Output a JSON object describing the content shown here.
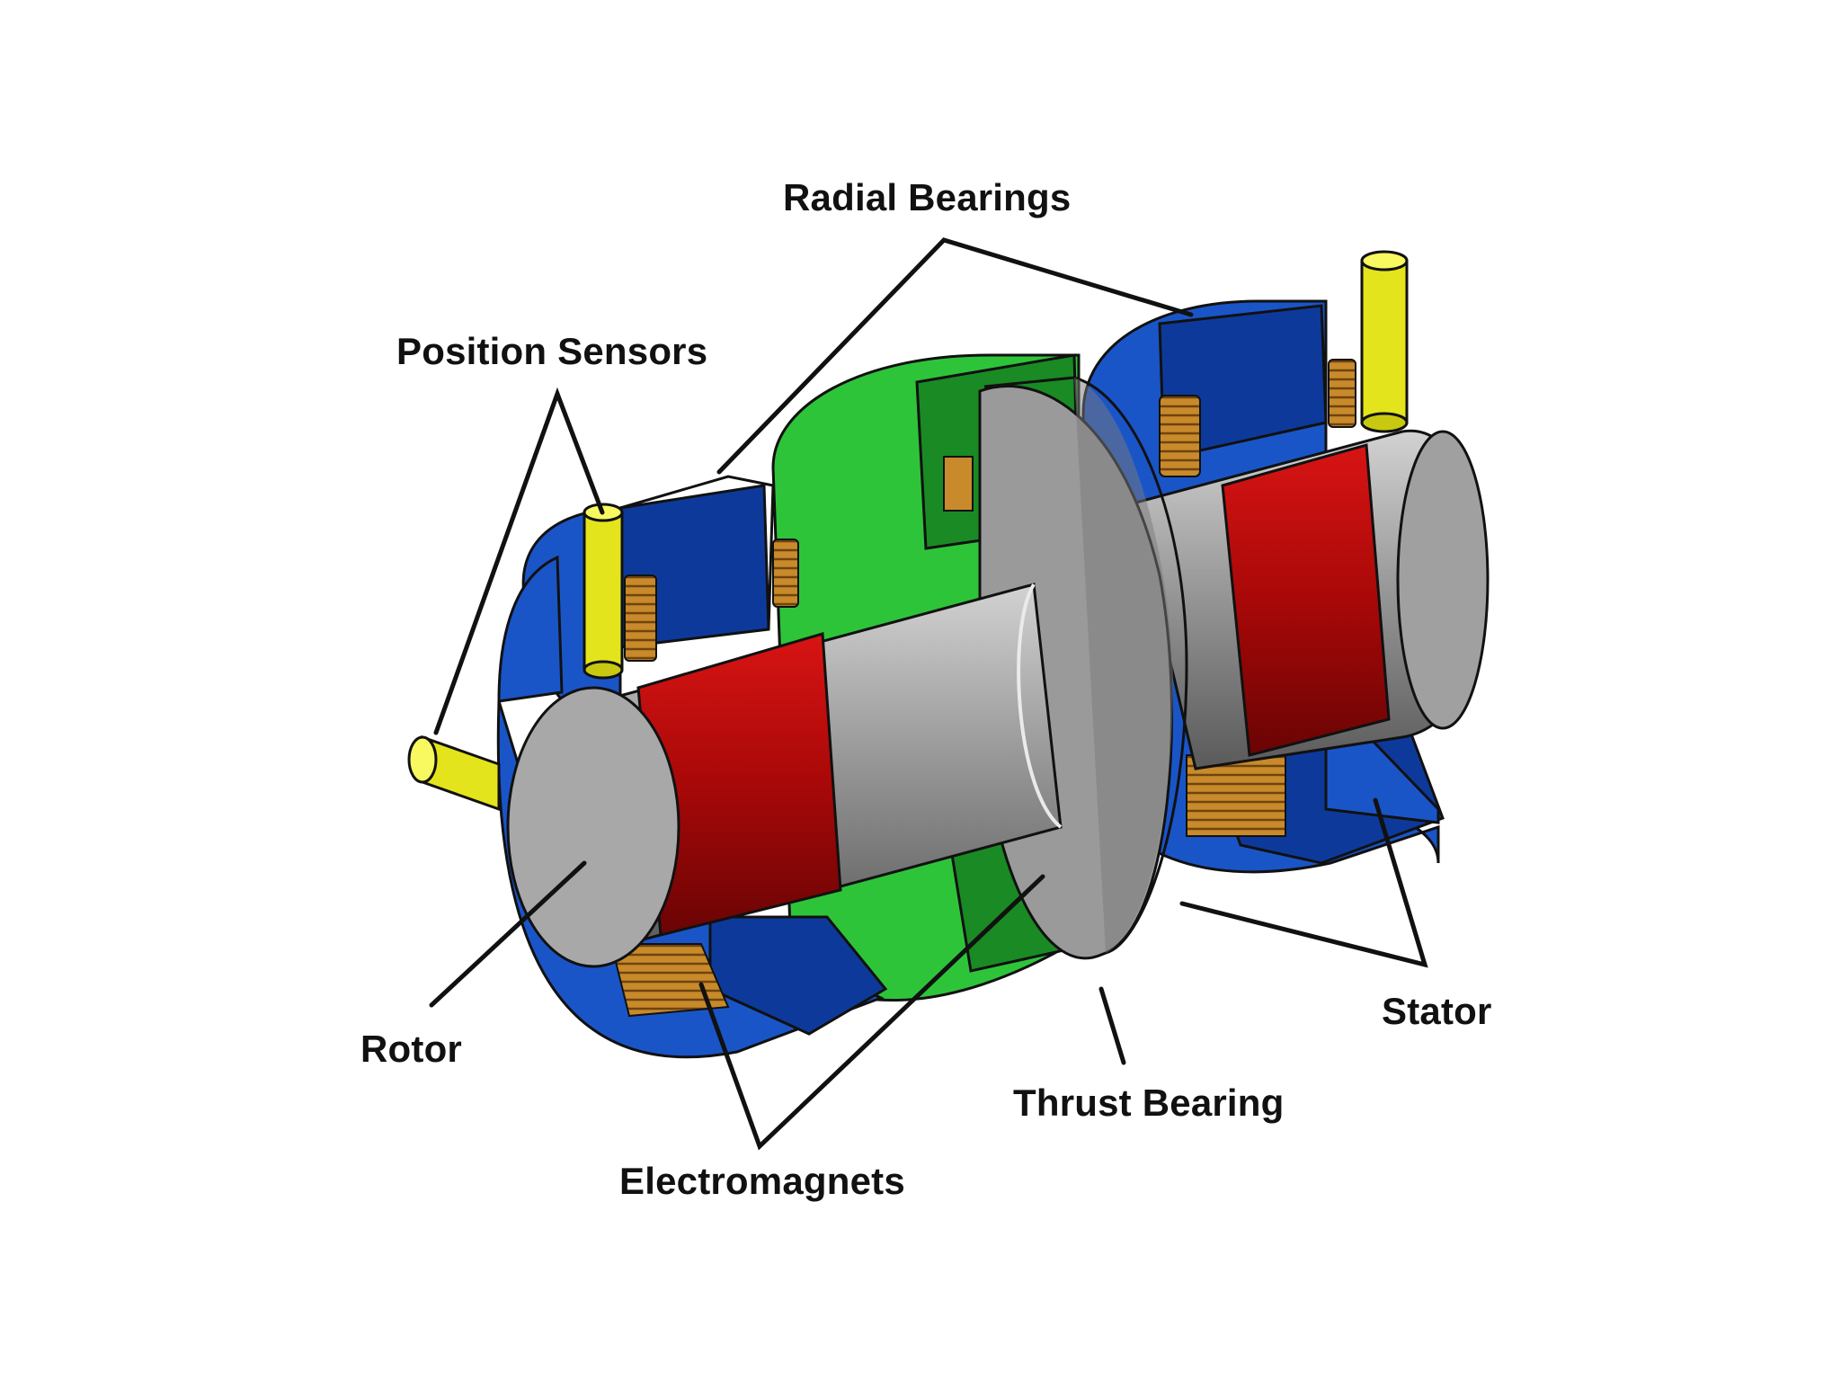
{
  "labels": {
    "radial_bearings": "Radial Bearings",
    "position_sensors": "Position Sensors",
    "rotor": "Rotor",
    "electromagnets": "Electromagnets",
    "thrust_bearing": "Thrust Bearing",
    "stator": "Stator"
  },
  "colors": {
    "stator_blue": "#1a55c8",
    "stator_blue_dark": "#0d3a9a",
    "thrust_green": "#2ec43a",
    "thrust_green_dark": "#1a8a24",
    "rotor_gray": "#9a9a9a",
    "rotor_red": "#b40a0a",
    "sensor_yellow": "#e8e820",
    "coil_bronze": "#c88a2a",
    "leader_line": "#111111"
  }
}
